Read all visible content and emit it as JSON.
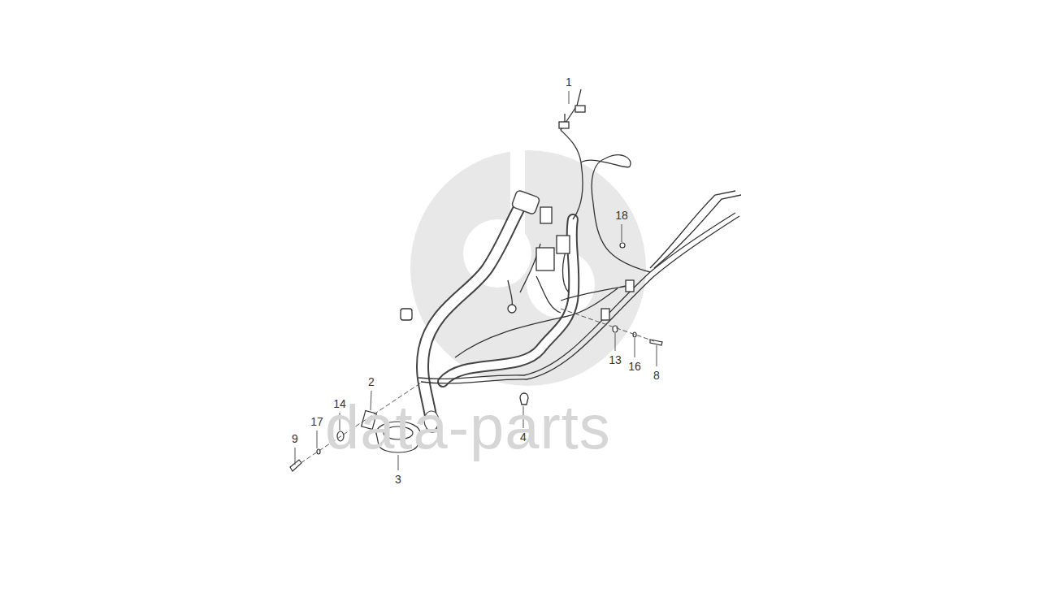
{
  "diagram": {
    "labels": [
      "1",
      "18",
      "13",
      "16",
      "8",
      "2",
      "14",
      "17",
      "9",
      "3",
      "4",
      "data-parts"
    ]
  }
}
